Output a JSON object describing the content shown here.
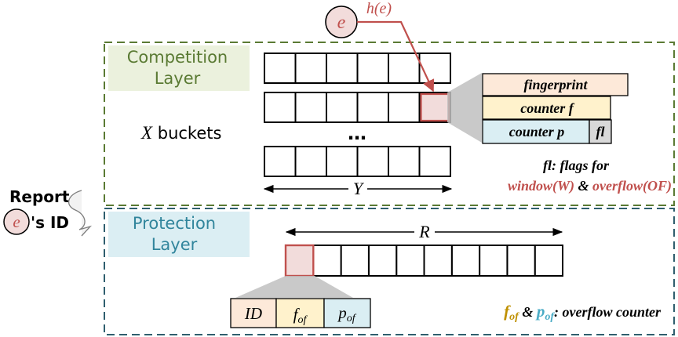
{
  "competition_layer": {
    "title_line1": "Competition",
    "title_line2": "Layer",
    "row_label_var": "X",
    "row_label_text": " buckets",
    "ellipsis": "…",
    "width_label": "Y",
    "rows": 4,
    "cols": 6,
    "hashed_row": 1,
    "hashed_col": 5
  },
  "element": {
    "symbol": "e",
    "hash_label": "h(e)"
  },
  "bucket_fields": {
    "fingerprint": "fingerprint",
    "counter_f": "counter f",
    "counter_p": "counter p",
    "flags": "fl"
  },
  "flags_note": {
    "line1": "fl: flags for",
    "window": "window(W)",
    "amp": " & ",
    "overflow": "overflow(OF)"
  },
  "report": {
    "label": "Report",
    "suffix": "'s ID",
    "symbol": "e"
  },
  "protection_layer": {
    "title_line1": "Protection",
    "title_line2": "Layer",
    "width_label": "R",
    "cells": 10,
    "highlighted_cell": 0,
    "entry_fields": {
      "id": "ID",
      "f_base": "f",
      "p_base": "p",
      "sub": "of"
    },
    "legend": {
      "f_base": "f",
      "p_base": "p",
      "sub": "of",
      "amp": " & ",
      "text": ": overflow counter"
    }
  },
  "colors": {
    "competition_border": "#5a7a33",
    "competition_title_bg": "#ebf1dd",
    "competition_title_text": "#5a7a33",
    "protection_border": "#2f5e6e",
    "protection_title_bg": "#dbeef3",
    "protection_title_text": "#31859c",
    "highlight_fill": "#f2dcdb",
    "highlight_stroke": "#c0504d",
    "fingerprint_bg": "#fde9d9",
    "counter_f_bg": "#fff2cc",
    "counter_p_bg": "#daeef3",
    "flags_bg": "#d9d9d9",
    "red_text": "#c0504d",
    "gold_text": "#bf9000",
    "teal_text": "#4bacc6"
  }
}
